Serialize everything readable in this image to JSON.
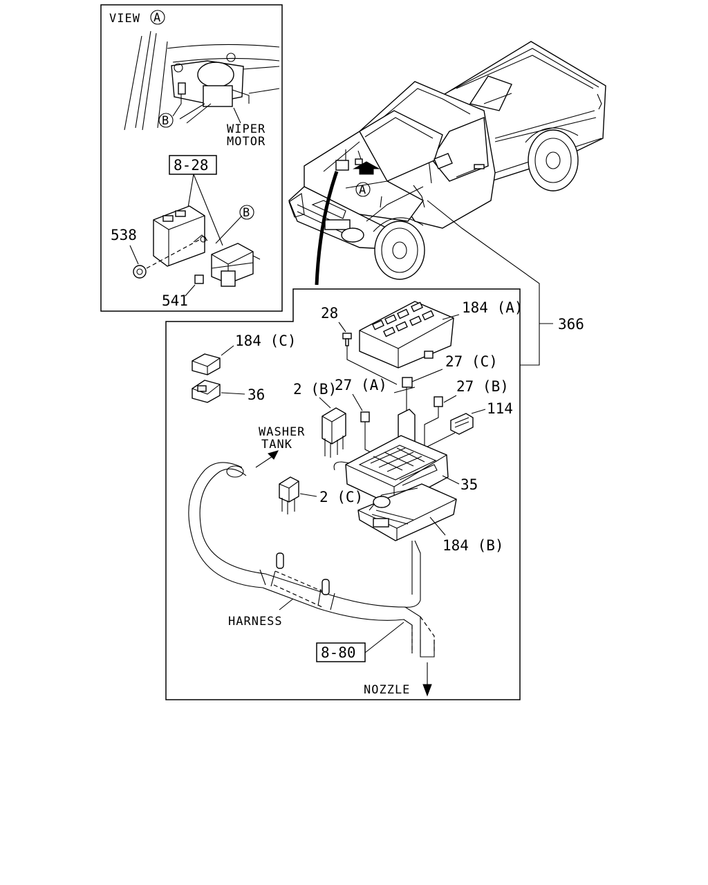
{
  "view_panel": {
    "title": "VIEW",
    "view_letter": "A",
    "callout_b_top": "B",
    "callout_b_mid": "B",
    "wiper_motor_line1": "WIPER",
    "wiper_motor_line2": "MOTOR",
    "ref_box": "8-28",
    "part_538": "538",
    "part_541": "541"
  },
  "truck": {
    "view_marker": "A"
  },
  "main_panel": {
    "part_28": "28",
    "part_184a": "184 (A)",
    "part_366": "366",
    "part_184c": "184 (C)",
    "part_27c": "27 (C)",
    "part_27a": "27 (A)",
    "part_27b": "27 (B)",
    "part_2b": "2 (B)",
    "part_36": "36",
    "part_114": "114",
    "washer_tank_line1": "WASHER",
    "washer_tank_line2": "TANK",
    "part_35": "35",
    "part_2c": "2 (C)",
    "part_184b": "184 (B)",
    "harness": "HARNESS",
    "ref_box": "8-80",
    "nozzle": "NOZZLE"
  }
}
